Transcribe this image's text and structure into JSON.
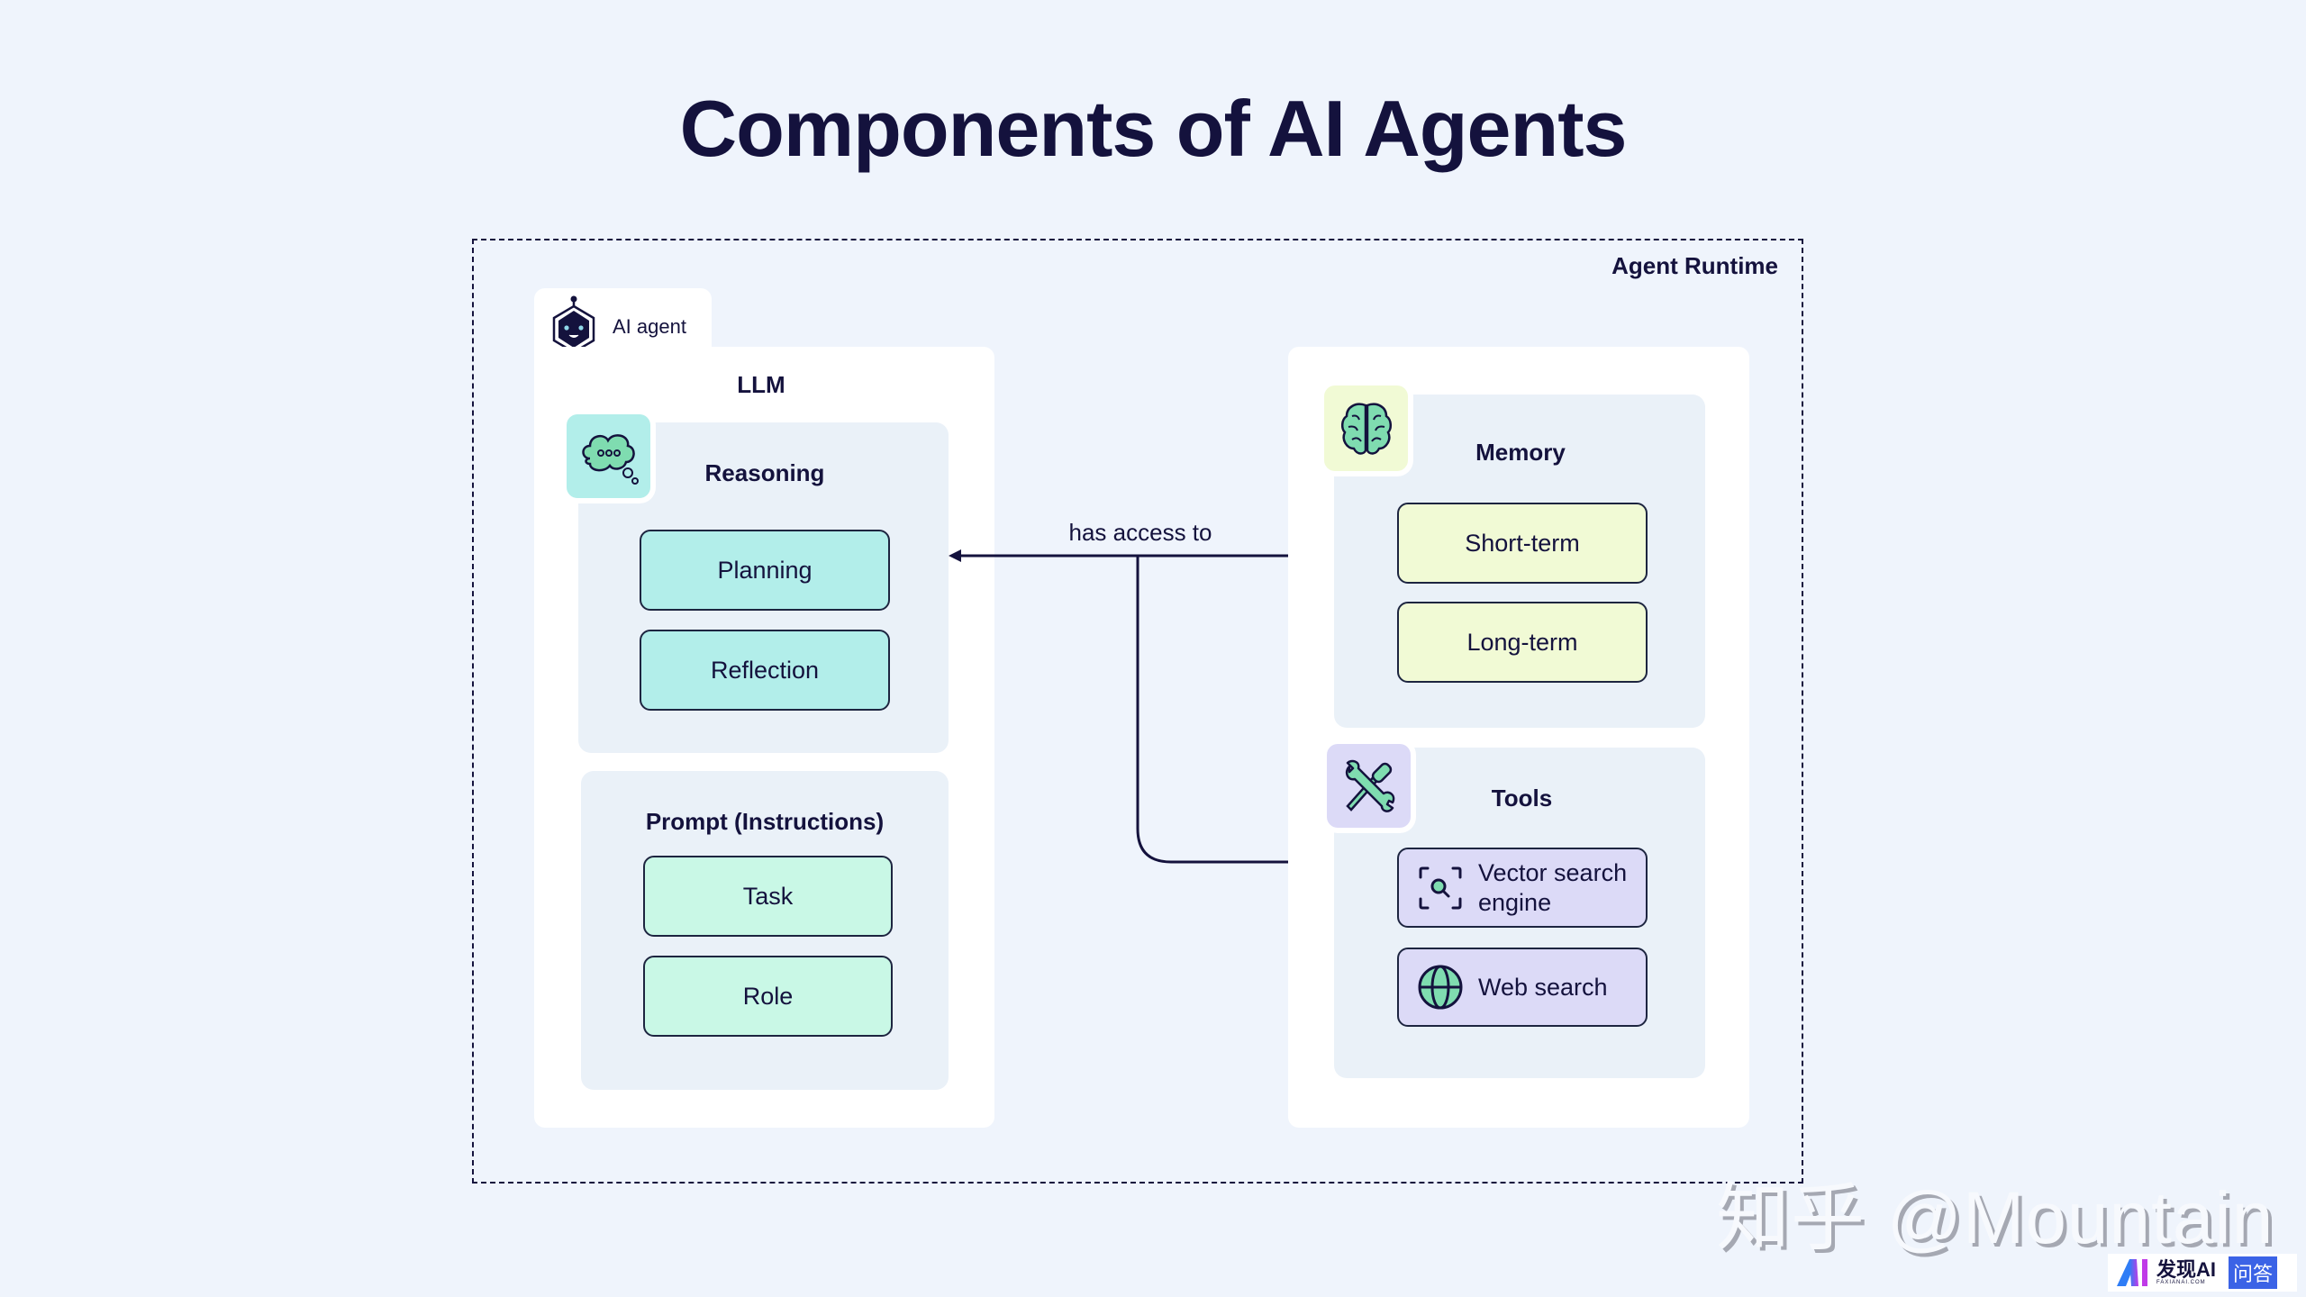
{
  "title": "Components of AI Agents",
  "runtime": {
    "label": "Agent Runtime"
  },
  "agent_tab": {
    "label": "AI agent",
    "icon": "robot-hexagon-icon"
  },
  "llm": {
    "label": "LLM",
    "reasoning": {
      "label": "Reasoning",
      "icon": "thought-bubble-icon",
      "items": [
        "Planning",
        "Reflection"
      ]
    },
    "prompt": {
      "label": "Prompt (Instructions)",
      "items": [
        "Task",
        "Role"
      ]
    }
  },
  "connector": {
    "label": "has access to"
  },
  "memory": {
    "label": "Memory",
    "icon": "brain-icon",
    "items": [
      "Short-term",
      "Long-term"
    ]
  },
  "tools": {
    "label": "Tools",
    "icon": "wrench-screwdriver-icon",
    "items": [
      {
        "label": "Vector search engine",
        "line1": "Vector search",
        "line2": "engine",
        "icon": "vector-search-icon"
      },
      {
        "label": "Web search",
        "icon": "globe-icon"
      }
    ]
  },
  "watermark": {
    "text": "知乎 @Mountain"
  },
  "brand": {
    "name": "发现AI",
    "sub": "FAXIANAI.COM",
    "badge": "问答"
  },
  "colors": {
    "background": "#eff4fc",
    "ink": "#14123d",
    "teal": "#b2eeea",
    "mint": "#c9f8e6",
    "lime": "#f1fad5",
    "lavender": "#dcdaf7",
    "icon_green": "#7fdcb0"
  }
}
